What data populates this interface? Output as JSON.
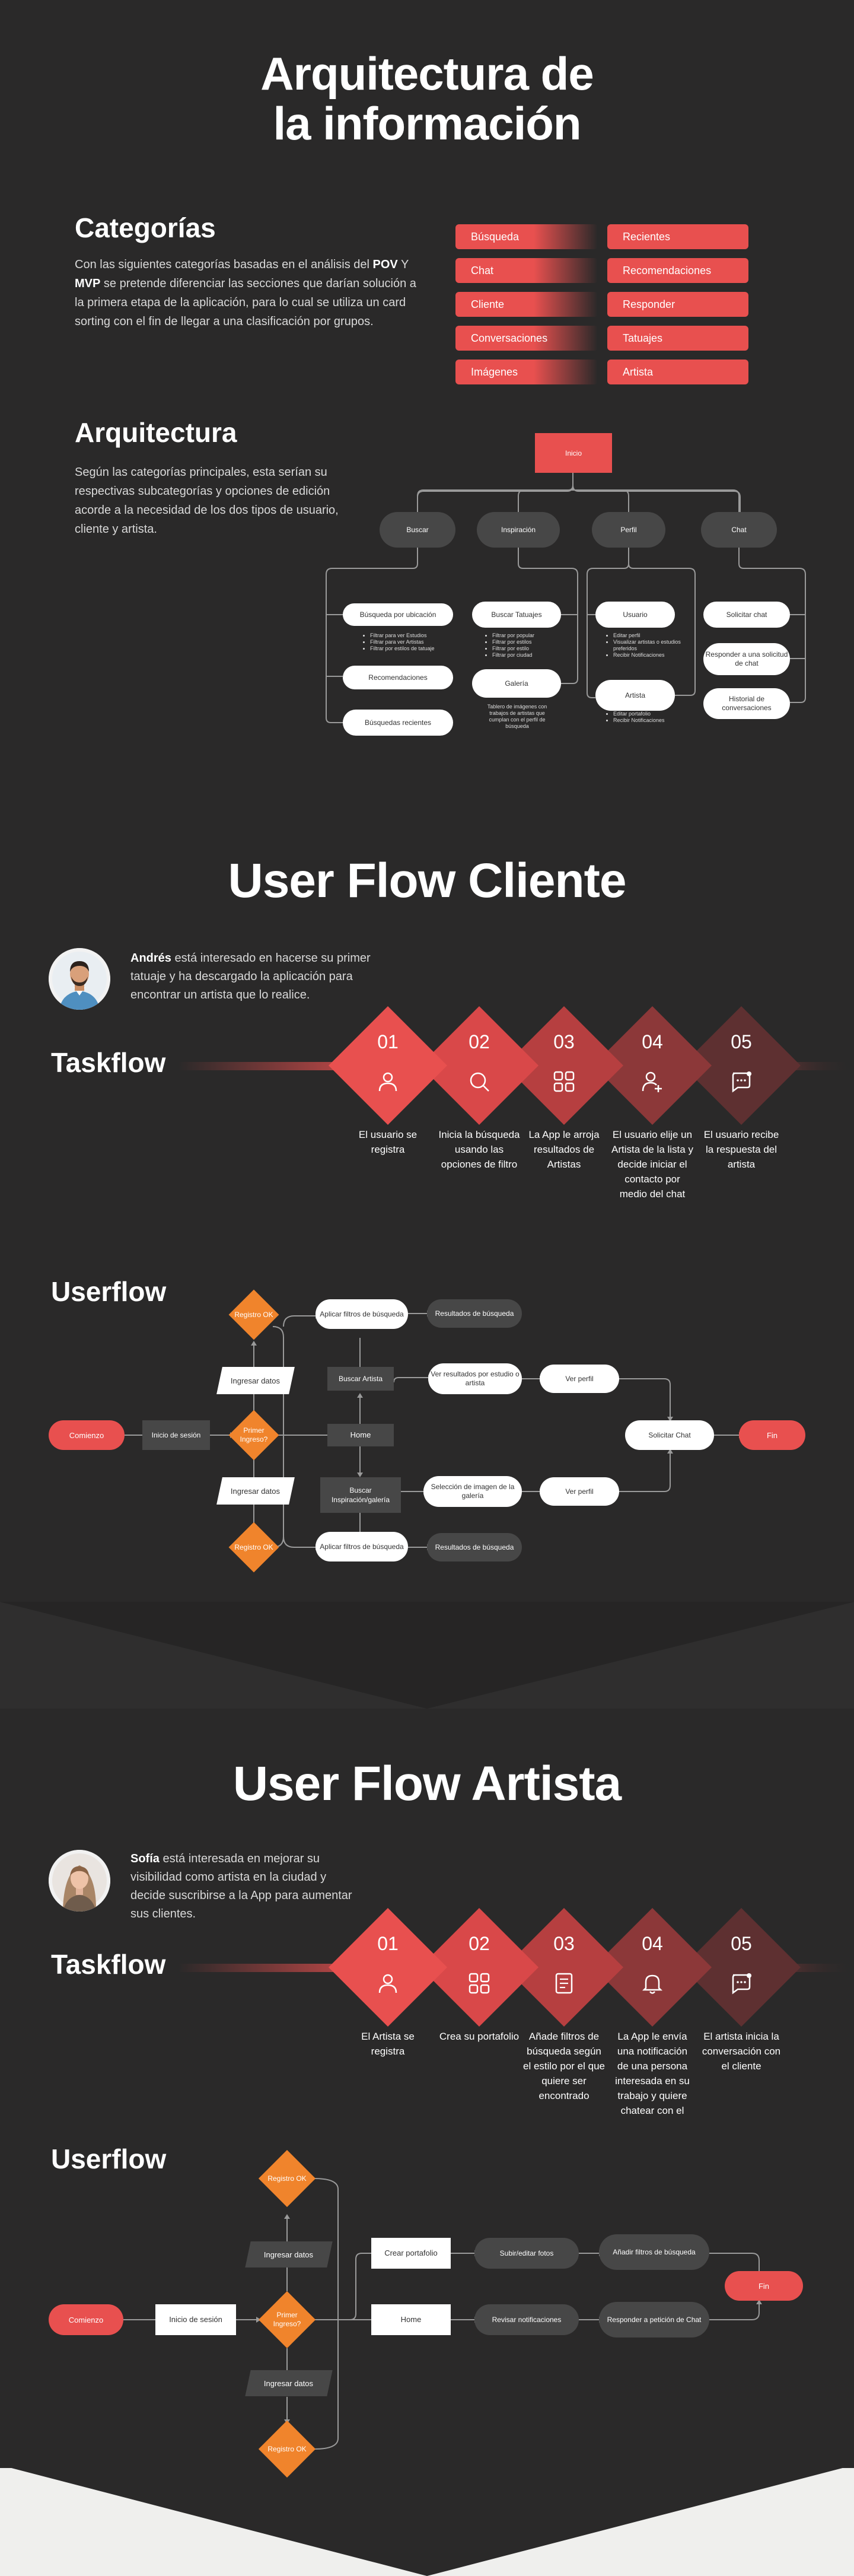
{
  "ia": {
    "title_line1": "Arquitectura de",
    "title_line2": "la información",
    "categories": {
      "heading": "Categorías",
      "text_1": "Con las siguientes categorías basadas en el análisis del ",
      "text_pov": "POV",
      "text_2": " Y ",
      "text_mvp": "MVP",
      "text_3": " se pretende diferenciar las secciones que darían solución a la primera etapa de la aplicación, para lo cual se utiliza un card sorting con el fin de llegar a una  clasificación por grupos.",
      "left": [
        "Búsqueda",
        "Chat",
        "Cliente",
        "Conversaciones",
        "Imágenes"
      ],
      "right": [
        "Recientes",
        "Recomendaciones",
        "Responder",
        "Tatuajes",
        "Artista"
      ]
    },
    "architecture": {
      "heading": "Arquitectura",
      "text": "Según las categorías principales, esta serían su respectivas subcategorías y opciones de edición acorde a la necesidad de los dos tipos de usuario, cliente y artista.",
      "root": "Inicio",
      "sections": [
        "Buscar",
        "Inspiración",
        "Perfil",
        "Chat"
      ],
      "buscar_items": [
        "Búsqueda por ubicación",
        "Recomendaciones",
        "Búsquedas recientes"
      ],
      "buscar_bullets": [
        "Filtrar para ver Estudios",
        "Filtrar para ver Artistas",
        "Filtrar por estilos de tatuaje"
      ],
      "insp_items": [
        "Buscar Tatuajes",
        "Galería"
      ],
      "insp_bullets": [
        "Filtrar por popular",
        "Filtrar por estilos",
        "Filtrar por estilo",
        "Filtrar por ciudad"
      ],
      "insp_note": "Tablero de imágenes con trabajos de artistas que cumplan con el perfil de búsqueda",
      "perfil_items": [
        "Usuario",
        "Artista"
      ],
      "usuario_bullets": [
        "Editar perfil",
        "Visualizar artistas o estudios preferidos",
        "Recibir Notificaciones"
      ],
      "artista_bullets": [
        "Editar portafolio",
        "Recibir Notificaciones"
      ],
      "chat_items": [
        "Solicitar chat",
        "Responder a una solicitud de chat",
        "Historial de conversaciones"
      ]
    }
  },
  "cliente": {
    "title": "User Flow Cliente",
    "persona_name": "Andrés",
    "persona_text": " está interesado en hacerse su primer tatuaje y ha descargado la aplicación para encontrar un artista que lo realice.",
    "taskflow_label": "Taskflow",
    "steps": [
      {
        "num": "01",
        "icon": "user-icon",
        "caption": "El usuario se registra"
      },
      {
        "num": "02",
        "icon": "search-icon",
        "caption": "Inicia la búsqueda usando las opciones de filtro"
      },
      {
        "num": "03",
        "icon": "grid-icon",
        "caption": "La App le arroja resultados de Artistas"
      },
      {
        "num": "04",
        "icon": "user-plus-icon",
        "caption": "El usuario elije un Artista de la lista y decide iniciar el contacto por medio del chat"
      },
      {
        "num": "05",
        "icon": "chat-icon",
        "caption": "El usuario recibe la respuesta del artista"
      }
    ],
    "userflow_label": "Userflow",
    "flow": {
      "start": "Comienzo",
      "login": "Inicio de sesión",
      "first": "Primer Ingreso?",
      "input_top": "Ingresar datos",
      "input_bottom": "Ingresar datos",
      "reg_top": "Registro OK",
      "reg_bottom": "Registro OK",
      "home": "Home",
      "buscar_artista": "Buscar Artista",
      "buscar_insp": "Buscar Inspiración/galería",
      "filtros_top": "Aplicar filtros de búsqueda",
      "filtros_bottom": "Aplicar filtros de búsqueda",
      "resultados_top": "Resultados de búsqueda",
      "resultados_bottom": "Resultados de búsqueda",
      "ver_resultados": "Ver resultados por estudio o artista",
      "seleccion": "Selección de imagen de la galería",
      "ver_perfil_top": "Ver perfil",
      "ver_perfil_bottom": "Ver perfil",
      "solicitar": "Solicitar Chat",
      "fin": "Fin"
    }
  },
  "artista": {
    "title": "User Flow Artista",
    "persona_name": "Sofía",
    "persona_text": " está interesada en mejorar su visibilidad como artista en la ciudad y decide suscribirse a la App para aumentar sus clientes.",
    "taskflow_label": "Taskflow",
    "steps": [
      {
        "num": "01",
        "icon": "user-icon",
        "caption": "El Artista se registra"
      },
      {
        "num": "02",
        "icon": "grid-icon",
        "caption": "Crea su portafolio"
      },
      {
        "num": "03",
        "icon": "list-icon",
        "caption": "Añade filtros de búsqueda según el estilo por el que quiere ser encontrado"
      },
      {
        "num": "04",
        "icon": "bell-icon",
        "caption": "La App le envía una notificación de una persona interesada en su trabajo y quiere chatear con el"
      },
      {
        "num": "05",
        "icon": "chat-icon",
        "caption": "El artista inicia la conversación con el cliente"
      }
    ],
    "userflow_label": "Userflow",
    "flow": {
      "start": "Comienzo",
      "login": "Inicio de sesión",
      "first": "Primer Ingreso?",
      "input_top": "Ingresar datos",
      "input_bottom": "Ingresar datos",
      "reg_top": "Registro OK",
      "reg_bottom": "Registro OK",
      "crear": "Crear portafolio",
      "home": "Home",
      "subir": "Subir/editar fotos",
      "revisar": "Revisar notificaciones",
      "anadir": "Añadir filtros de búsqueda",
      "responder": "Responder a petición de Chat",
      "fin": "Fin"
    }
  },
  "colors": {
    "background": "#2a2929",
    "accent": "#e8504f",
    "decision": "#f0842c",
    "node_dark": "#474747"
  }
}
